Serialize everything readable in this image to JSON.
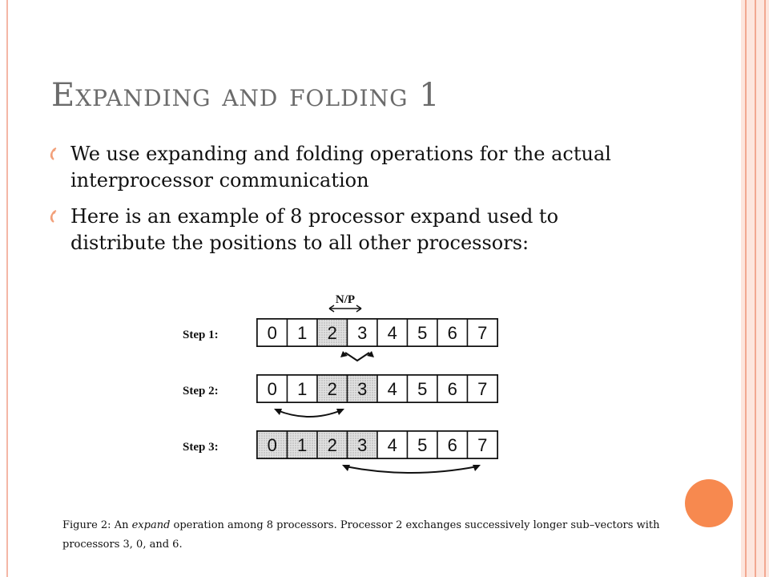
{
  "title": "Expanding and folding 1",
  "bullets": [
    "We use expanding and folding operations for the actual interprocessor communication",
    "Here is an example of 8 processor expand used to distribute the positions to all other processors:"
  ],
  "figure": {
    "top_label": "N/P",
    "steps": [
      {
        "label": "Step 1:",
        "cells": [
          "0",
          "1",
          "2",
          "3",
          "4",
          "5",
          "6",
          "7"
        ],
        "shaded": [
          2
        ]
      },
      {
        "label": "Step 2:",
        "cells": [
          "0",
          "1",
          "2",
          "3",
          "4",
          "5",
          "6",
          "7"
        ],
        "shaded": [
          2,
          3
        ]
      },
      {
        "label": "Step 3:",
        "cells": [
          "0",
          "1",
          "2",
          "3",
          "4",
          "5",
          "6",
          "7"
        ],
        "shaded": [
          0,
          1,
          2,
          3
        ]
      }
    ],
    "caption_prefix": "Figure 2:  An ",
    "caption_emph": "expand",
    "caption_suffix": " operation among 8 processors.  Processor 2 exchanges successively longer sub–vectors with processors 3, 0, and 6."
  },
  "colors": {
    "accent_circle": "#f7894f",
    "border": "#f4b7a6",
    "title": "#6b6b6b"
  }
}
